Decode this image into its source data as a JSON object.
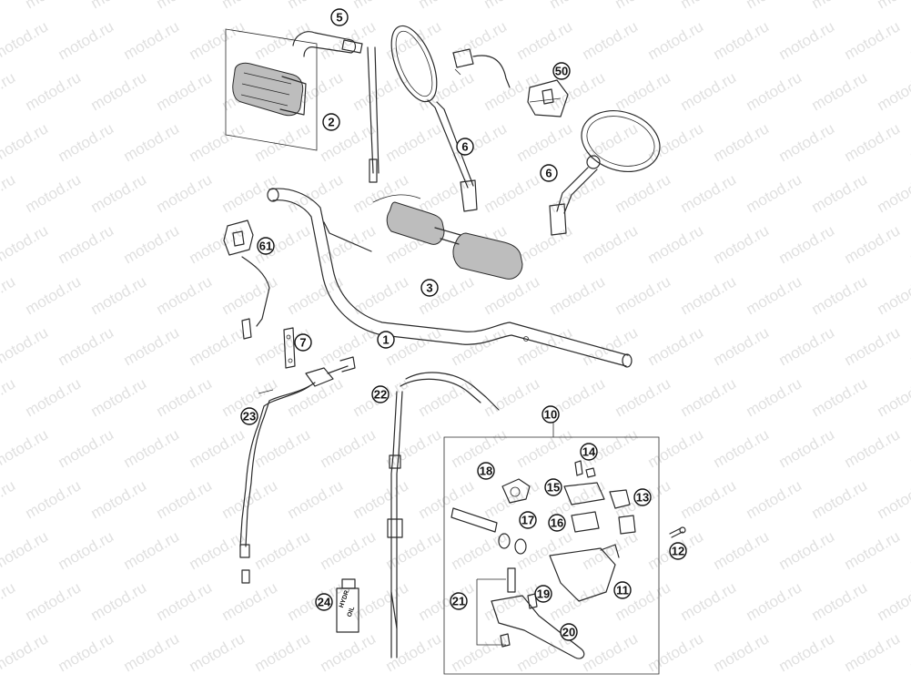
{
  "watermark": "motod.ru",
  "bottle_label": [
    "HYDR.",
    "OIL"
  ],
  "callouts": {
    "c1": "1",
    "c2": "2",
    "c3": "3",
    "c5": "5",
    "c6a": "6",
    "c6b": "6",
    "c7": "7",
    "c10": "10",
    "c11": "11",
    "c12": "12",
    "c13": "13",
    "c14": "14",
    "c15": "15",
    "c16": "16",
    "c17": "17",
    "c18": "18",
    "c19": "19",
    "c20": "20",
    "c21": "21",
    "c22": "22",
    "c23": "23",
    "c24": "24",
    "c50": "50",
    "c61": "61"
  }
}
